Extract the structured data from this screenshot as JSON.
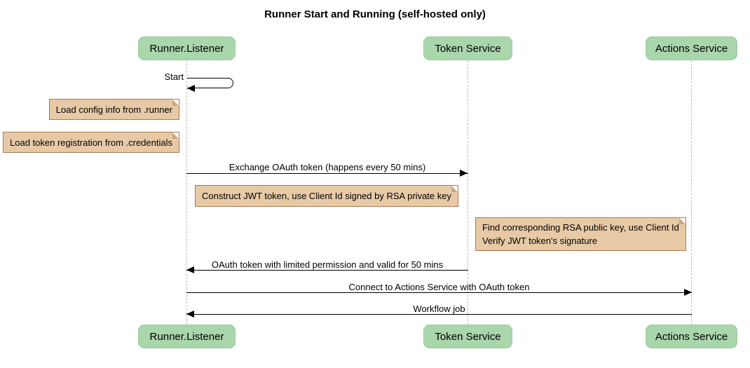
{
  "diagram_type": "sequence",
  "title": "Runner Start and Running (self-hosted only)",
  "participants": [
    {
      "name": "Runner.Listener"
    },
    {
      "name": "Token Service"
    },
    {
      "name": "Actions Service"
    }
  ],
  "self_message": {
    "label": "Start",
    "participant": "Runner.Listener"
  },
  "notes": [
    {
      "text": "Load config info from .runner"
    },
    {
      "text": "Load token registration from .credentials"
    },
    {
      "text": "Construct JWT token, use Client Id signed by RSA private key"
    },
    {
      "lines": [
        "Find corresponding RSA public key, use Client Id",
        "Verify JWT token's signature"
      ]
    }
  ],
  "messages": [
    {
      "label": "Exchange OAuth token (happens every 50 mins)",
      "from": "Runner.Listener",
      "to": "Token Service"
    },
    {
      "label": "OAuth token with limited permission and valid for 50 mins",
      "from": "Token Service",
      "to": "Runner.Listener"
    },
    {
      "label": "Connect to Actions Service with OAuth token",
      "from": "Runner.Listener",
      "to": "Actions Service"
    },
    {
      "label": "Workflow job",
      "from": "Actions Service",
      "to": "Runner.Listener"
    }
  ],
  "colors": {
    "background": "#FFFFFF",
    "participant_fill": "#A9D6AB",
    "participant_border": "#9BCA9E",
    "note_fill": "#E8C9A6",
    "note_border": "#A6794F",
    "note_fold": "#C9A87E",
    "lifeline": "#BBBBBB",
    "arrow": "#000000"
  }
}
